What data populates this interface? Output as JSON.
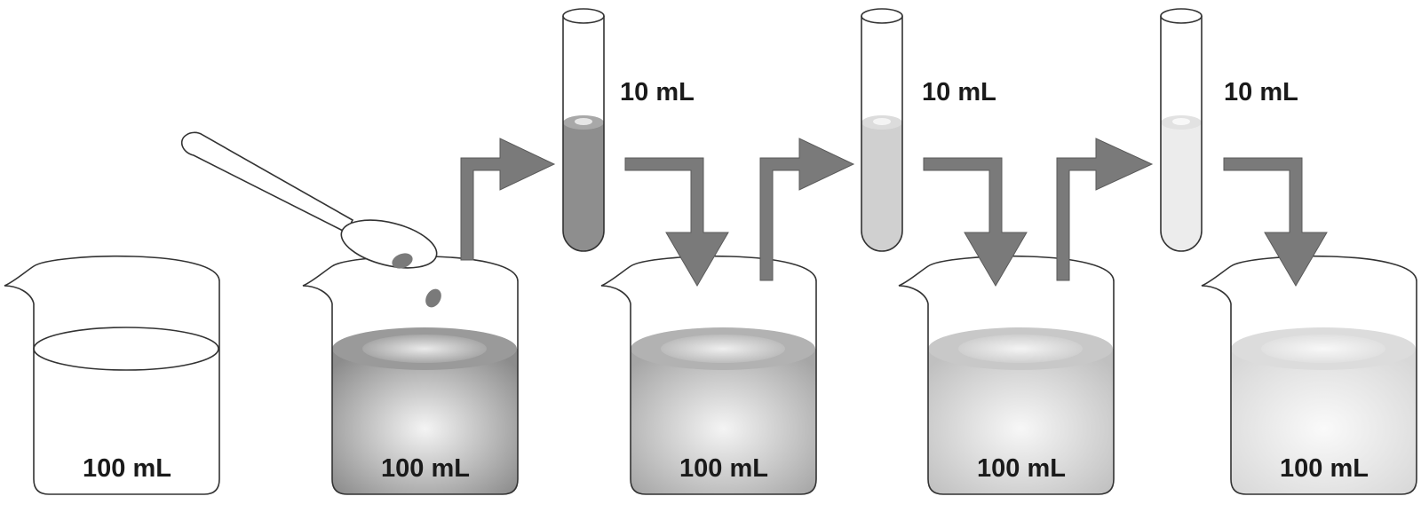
{
  "beakers": [
    {
      "label": "100 mL",
      "liquid_color": "#ffffff"
    },
    {
      "label": "100 mL",
      "liquid_color": "#8f8f8f"
    },
    {
      "label": "100 mL",
      "liquid_color": "#a9a9a9"
    },
    {
      "label": "100 mL",
      "liquid_color": "#c2c2c2"
    },
    {
      "label": "100 mL",
      "liquid_color": "#dadada"
    }
  ],
  "test_tubes": [
    {
      "label": "10 mL",
      "liquid_color": "#8a8a8a"
    },
    {
      "label": "10 mL",
      "liquid_color": "#cfcfcf"
    },
    {
      "label": "10 mL",
      "liquid_color": "#ececec"
    }
  ],
  "arrow_color": "#7a7a7a"
}
